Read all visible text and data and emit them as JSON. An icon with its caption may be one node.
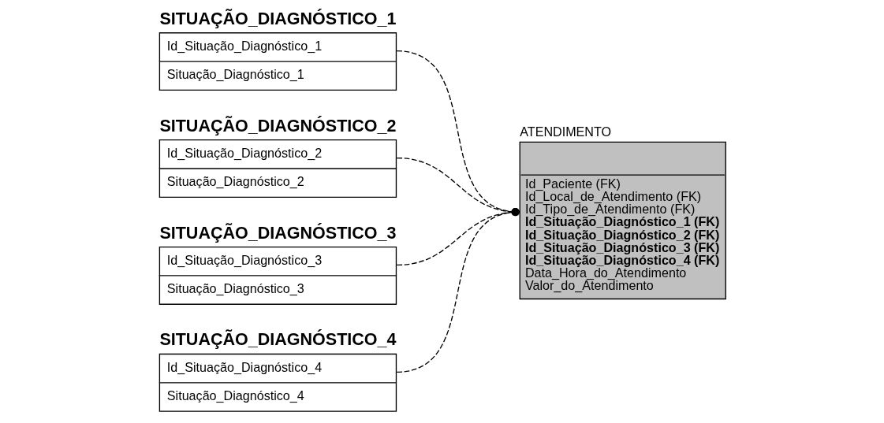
{
  "diagram": {
    "nodes": [
      {
        "text": [
          "SITUAÇÃO_DIAGNÓSTICO_1",
          "Id_Situação_Diagnóstico_1",
          "Situação_Diagnóstico_1"
        ]
      },
      {
        "text": [
          "SITUAÇÃO_DIAGNÓSTICO_2",
          "Id_Situação_Diagnóstico_2",
          "Situação_Diagnóstico_2"
        ]
      },
      {
        "text": [
          "SITUAÇÃO_DIAGNÓSTICO_3",
          "Id_Situação_Diagnóstico_3",
          "Situação_Diagnóstico_3"
        ]
      },
      {
        "text": [
          "SITUAÇÃO_DIAGNÓSTICO_4",
          "Id_Situação_Diagnóstico_4",
          "Situação_Diagnóstico_4"
        ]
      },
      {
        "text": [
          "ATENDIMENTO",
          "Id_Paciente (FK)",
          "Id_Local_de_Atendimento (FK)",
          "Id_Tipo_de_Atendimento (FK)",
          "Id_Situação_Diagnóstico_1 (FK)",
          "Id_Situação_Diagnóstico_2 (FK)",
          "Id_Situação_Diagnóstico_3 (FK)",
          "Id_Situação_Diagnóstico_4 (FK)",
          "Data_Hora_do_Atendimento",
          "Valor_do_Atendimento"
        ]
      }
    ],
    "edges": [
      {
        "from": 0,
        "to": 4,
        "arrow": "other",
        "style": "dashed"
      },
      {
        "from": 1,
        "to": 4,
        "arrow": "other",
        "style": "dashed"
      },
      {
        "from": 2,
        "to": 4,
        "arrow": "other",
        "style": "dashed"
      },
      {
        "from": 3,
        "to": 4,
        "arrow": "other",
        "style": "dashed"
      }
    ]
  }
}
